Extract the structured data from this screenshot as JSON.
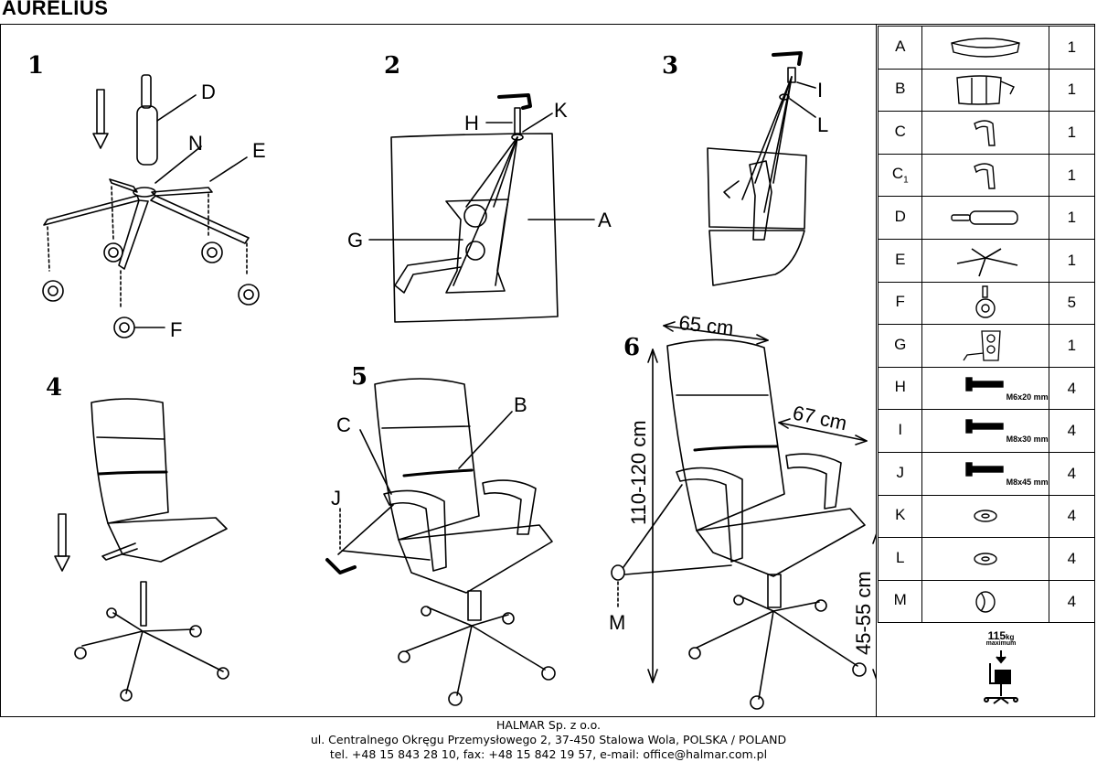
{
  "title": "AURELIUS",
  "steps": {
    "s1": "1",
    "s2": "2",
    "s3": "3",
    "s4": "4",
    "s5": "5",
    "s6": "6"
  },
  "callouts": {
    "D": "D",
    "N": "N",
    "E": "E",
    "F": "F",
    "H": "H",
    "K": "K",
    "G": "G",
    "A": "A",
    "I": "I",
    "L": "L",
    "C": "C",
    "B": "B",
    "J": "J",
    "M": "M"
  },
  "dimensions": {
    "width": "65 cm",
    "depth": "67 cm",
    "height": "110-120 cm",
    "seat_height": "45-55 cm"
  },
  "parts": [
    {
      "letter": "A",
      "sub": "",
      "icon": "seat-cushion-icon",
      "spec": "",
      "qty": "1"
    },
    {
      "letter": "B",
      "sub": "",
      "icon": "backrest-icon",
      "spec": "",
      "qty": "1"
    },
    {
      "letter": "C",
      "sub": "",
      "icon": "armrest-icon",
      "spec": "",
      "qty": "1"
    },
    {
      "letter": "C",
      "sub": "1",
      "icon": "armrest-icon",
      "spec": "",
      "qty": "1"
    },
    {
      "letter": "D",
      "sub": "",
      "icon": "gas-lift-icon",
      "spec": "",
      "qty": "1"
    },
    {
      "letter": "E",
      "sub": "",
      "icon": "star-base-icon",
      "spec": "",
      "qty": "1"
    },
    {
      "letter": "F",
      "sub": "",
      "icon": "caster-icon",
      "spec": "",
      "qty": "5"
    },
    {
      "letter": "G",
      "sub": "",
      "icon": "mechanism-icon",
      "spec": "",
      "qty": "1"
    },
    {
      "letter": "H",
      "sub": "",
      "icon": "bolt-icon",
      "spec": "M6x20 mm",
      "qty": "4"
    },
    {
      "letter": "I",
      "sub": "",
      "icon": "bolt-icon",
      "spec": "M8x30 mm",
      "qty": "4"
    },
    {
      "letter": "J",
      "sub": "",
      "icon": "bolt-icon",
      "spec": "M8x45 mm",
      "qty": "4"
    },
    {
      "letter": "K",
      "sub": "",
      "icon": "washer-icon",
      "spec": "",
      "qty": "4"
    },
    {
      "letter": "L",
      "sub": "",
      "icon": "washer-icon",
      "spec": "",
      "qty": "4"
    },
    {
      "letter": "M",
      "sub": "",
      "icon": "cap-icon",
      "spec": "",
      "qty": "4"
    }
  ],
  "weight": {
    "value": "115",
    "unit": "kg",
    "note": "maximum"
  },
  "footer": {
    "company": "HALMAR Sp. z o.o.",
    "address": "ul. Centralnego Okręgu Przemysłowego 2, 37-450 Stalowa Wola, POLSKA / POLAND",
    "contact": "tel. +48 15 843 28 10, fax: +48 15 842 19 57, e-mail: office@halmar.com.pl"
  }
}
